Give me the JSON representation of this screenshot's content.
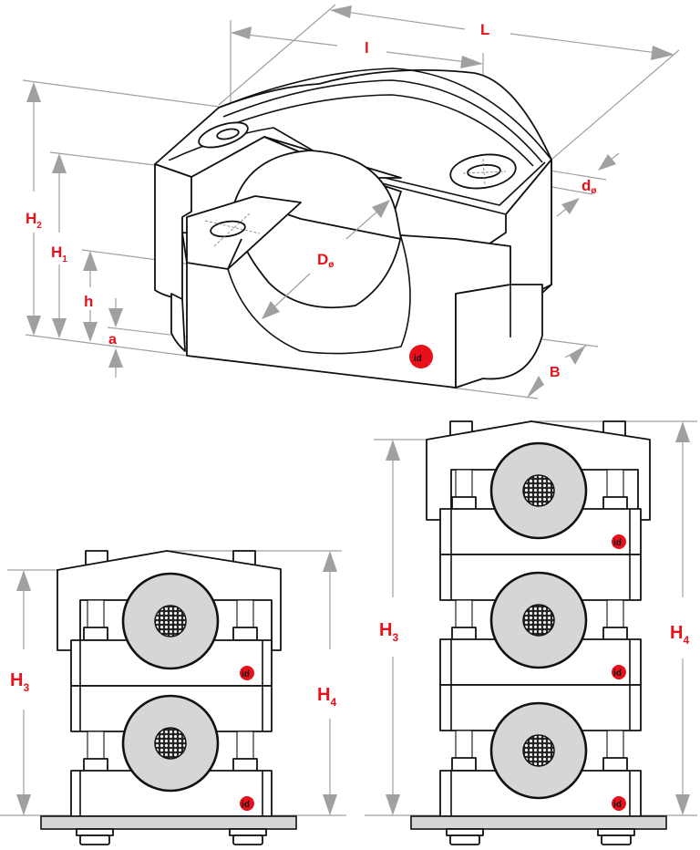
{
  "diagram": {
    "subject": "Cable cleat dimension drawing",
    "views": [
      {
        "name": "isometric-single-clamp",
        "labels": [
          "L",
          "l",
          "H2",
          "H1",
          "h",
          "a",
          "D⌀",
          "d⌀",
          "B"
        ]
      },
      {
        "name": "front-double-stack",
        "cables": 2,
        "labels": [
          "H3",
          "H4"
        ]
      },
      {
        "name": "front-triple-stack",
        "cables": 3,
        "labels": [
          "H3",
          "H4"
        ]
      }
    ],
    "labels": {
      "L": "L",
      "l": "l",
      "H2_main": "H",
      "H2_sub": "2",
      "H1_main": "H",
      "H1_sub": "1",
      "h": "h",
      "a": "a",
      "D_main": "D",
      "D_sub": "ø",
      "d_main": "d",
      "d_sub": "ø",
      "B": "B",
      "H3_main": "H",
      "H3_sub": "3",
      "H4_main": "H",
      "H4_sub": "4"
    },
    "logo_text": "id",
    "colors": {
      "label": "#e8101a",
      "dimension_line": "#a0a0a0",
      "cable_fill": "#d6d6d6",
      "base_plate": "#d6d6d6",
      "outline": "#111111"
    }
  }
}
